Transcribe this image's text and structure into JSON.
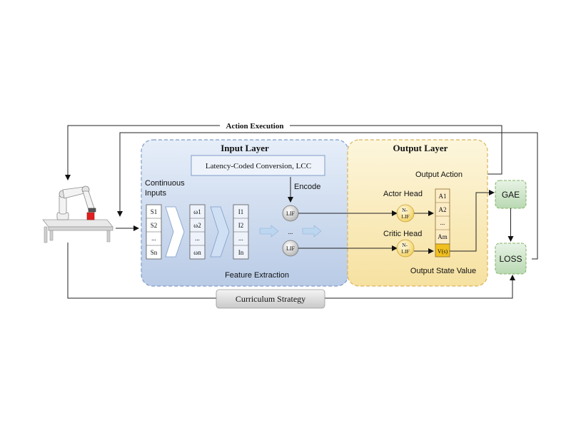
{
  "action_execution": "Action Execution",
  "input_layer": {
    "title": "Input Layer",
    "lcc_label": "Latency-Coded Conversion, LCC",
    "encode_label": "Encode",
    "continuous_inputs": [
      "Continuous",
      "Inputs"
    ],
    "state_cells": [
      "S1",
      "S2",
      "...",
      "Sn"
    ],
    "weight_cells": [
      "ω1",
      "ω2",
      "...",
      "ωn"
    ],
    "intermediate_cells": [
      "I1",
      "I2",
      "...",
      "In"
    ],
    "lif_top": "LIF",
    "lif_bottom": "LIF",
    "lif_ellipsis": "...",
    "feature_extraction": "Feature Extraction"
  },
  "output_layer": {
    "title": "Output Layer",
    "output_action": "Output Action",
    "actor_head": "Actor Head",
    "critic_head": "Critic Head",
    "nlif": [
      "N-",
      "LIF"
    ],
    "action_cells": [
      "A1",
      "A2",
      "...",
      "Am"
    ],
    "value_cell": "V(s)",
    "output_state_value": "Output State Value"
  },
  "gae": "GAE",
  "loss": "LOSS",
  "curriculum_strategy": "Curriculum Strategy",
  "colors": {
    "input_fill": "#dbe5f4",
    "input_border": "#7f9cc7",
    "output_fill": "#fbefc7",
    "output_border": "#d9b45a",
    "value_fill": "#f0c020",
    "action_cell_fill": "#fcecc6",
    "gae_loss_fill": "#d5e8d4",
    "gae_loss_border": "#82b366"
  },
  "icons": [
    "robot-arm-icon",
    "lif-neuron-icon",
    "n-lif-neuron-icon",
    "flow-arrow-icon"
  ]
}
